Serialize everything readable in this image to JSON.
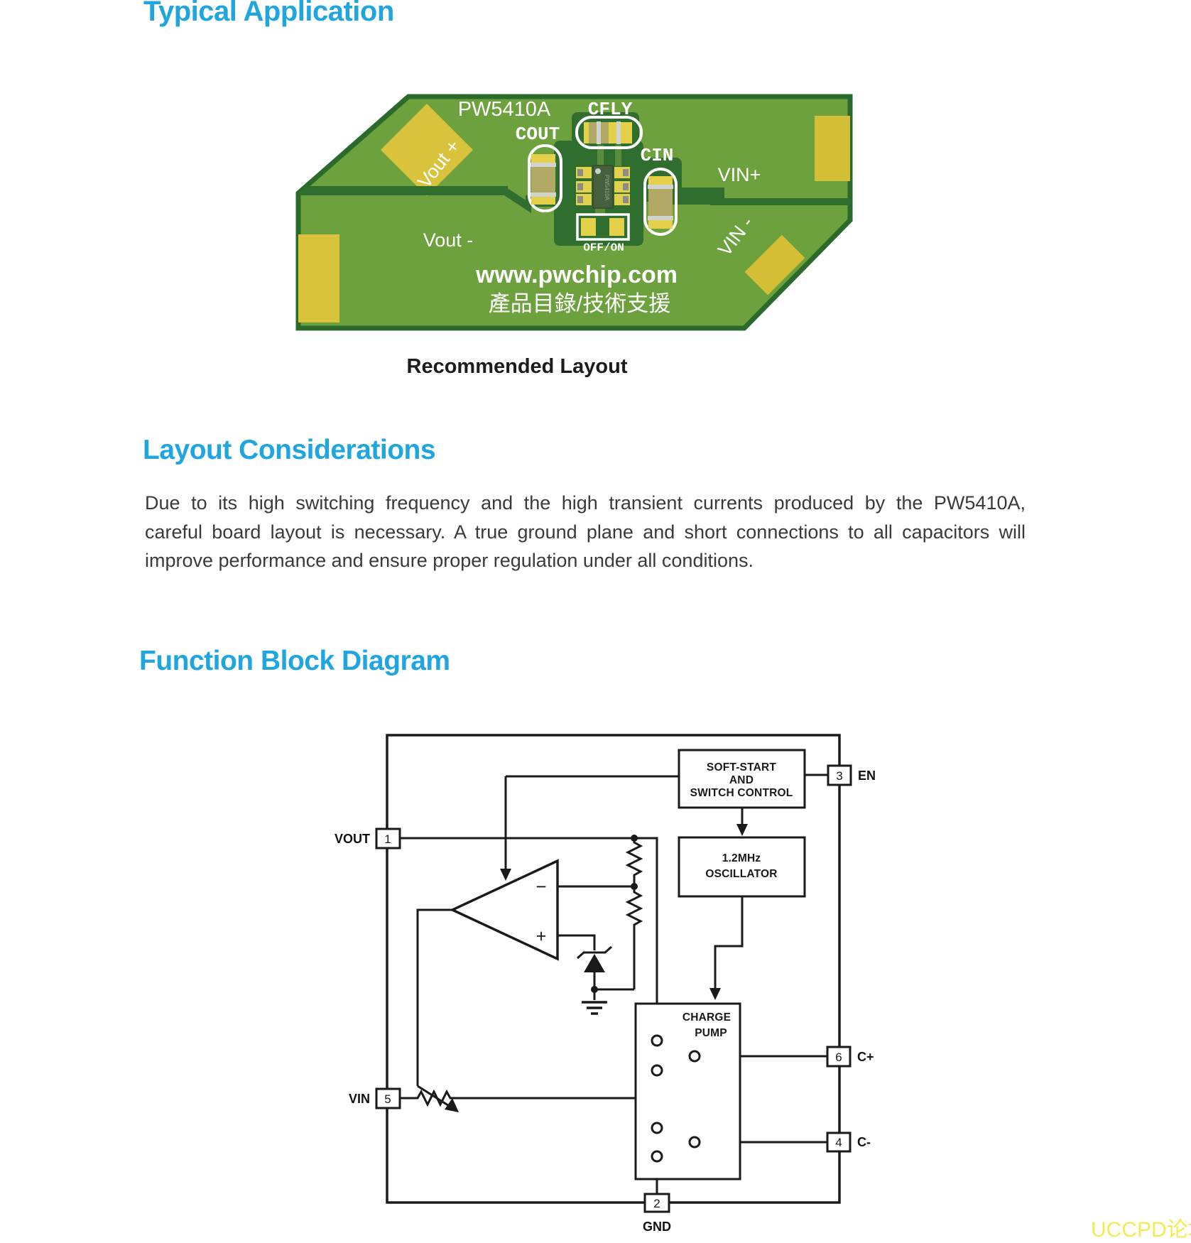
{
  "sections": {
    "typical_application": "Typical Application",
    "layout_considerations": "Layout Considerations",
    "function_block_diagram": "Function Block Diagram"
  },
  "figure": {
    "caption": "Recommended Layout"
  },
  "paragraph_lines": [
    "Due to its high switching frequency and the high transient currents produced by the PW5410A,",
    "careful board layout is necessary. A true ground plane and short connections to all capacitors will",
    "improve performance and ensure proper regulation under all conditions."
  ],
  "pcb": {
    "part_number": "PW5410A",
    "ic_marking": "PW5410A",
    "labels": {
      "cfly": "CFLY",
      "cout": "COUT",
      "cin": "CIN",
      "vin_plus": "VIN+",
      "vin_minus": "VIN -",
      "vout_plus": "Vout +",
      "vout_minus": "Vout -",
      "off_on": "OFF/ON",
      "website": "www.pwchip.com",
      "chinese_line": "產品目錄/技術支援"
    },
    "colors": {
      "board_green": "#6ca13d",
      "pour_dark_green": "#2f6e2e",
      "pad_yellow": "#d9c33c",
      "silkscreen": "#ffffff"
    }
  },
  "diagram": {
    "blocks": {
      "soft_start": {
        "line1": "SOFT-START",
        "line2": "AND",
        "line3": "SWITCH CONTROL"
      },
      "oscillator": {
        "freq": "1.2",
        "unit": "MHz",
        "line2": "OSCILLATOR"
      },
      "charge_pump": {
        "line1": "CHARGE",
        "line2": "PUMP"
      }
    },
    "opamp": {
      "minus": "−",
      "plus": "+"
    },
    "pins": {
      "p1": {
        "num": "1",
        "label": "VOUT"
      },
      "p2": {
        "num": "2",
        "label": "GND"
      },
      "p3": {
        "num": "3",
        "label": "EN"
      },
      "p4": {
        "num": "4",
        "label": "C-"
      },
      "p5": {
        "num": "5",
        "label": "VIN"
      },
      "p6": {
        "num": "6",
        "label": "C+"
      }
    }
  },
  "watermark": "UCCPD论坛",
  "colors": {
    "heading_blue": "#1fa5e0",
    "body_text": "#3a3a3a",
    "diagram_ink": "#1a1a1a",
    "watermark_yellow": "#f3eb55"
  }
}
